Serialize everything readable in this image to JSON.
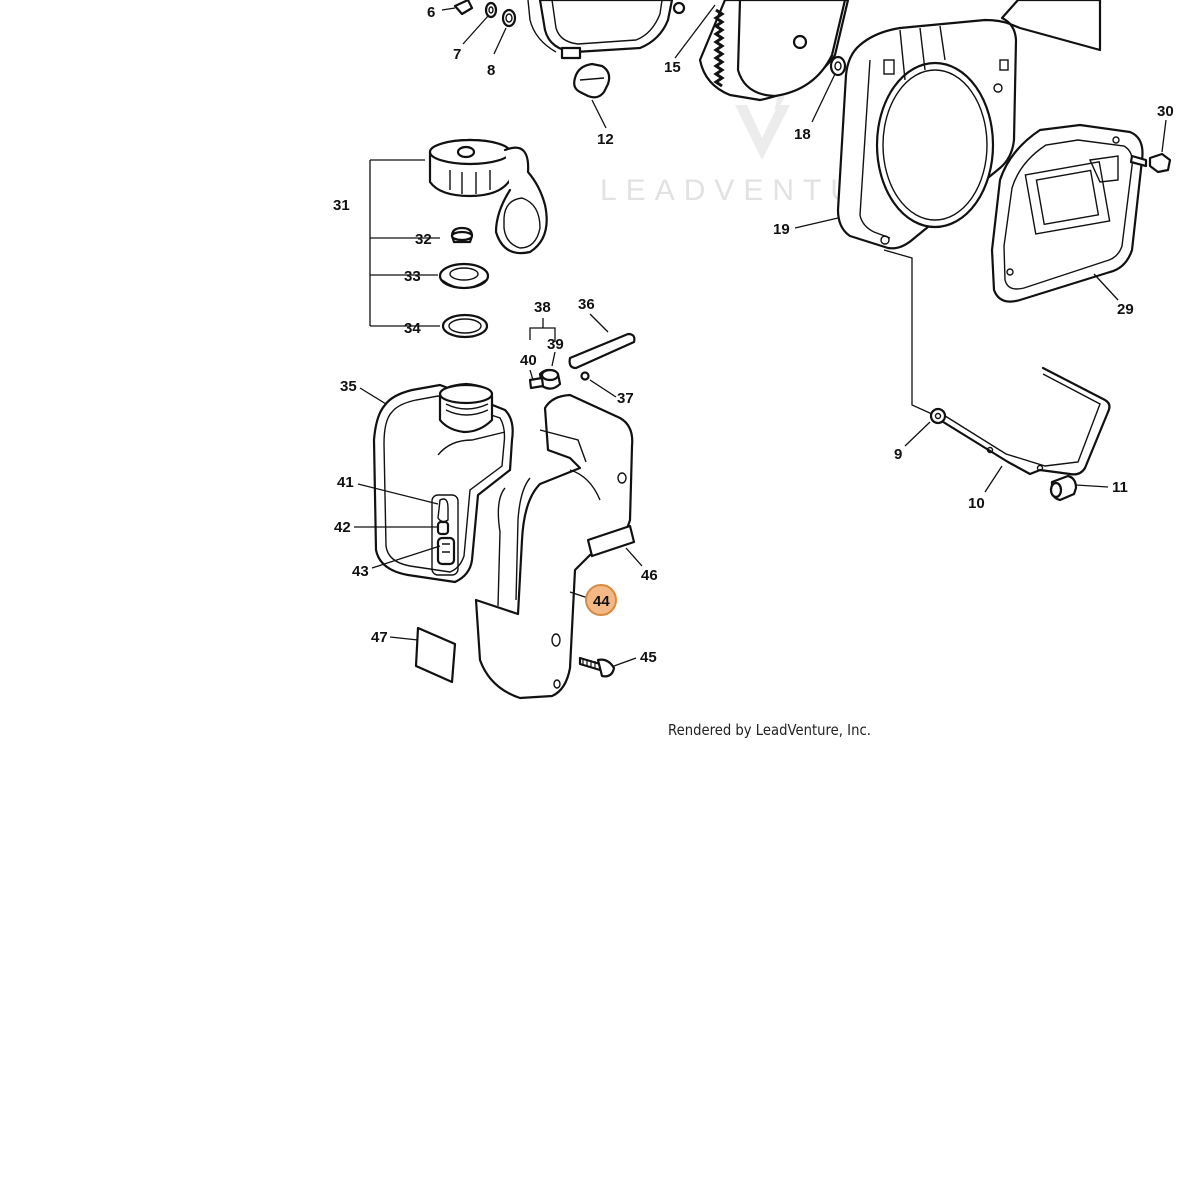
{
  "watermark": {
    "brand": "LEADVENTURE"
  },
  "credit": "Rendered by LeadVenture, Inc.",
  "callouts": [
    {
      "id": "6",
      "label": "6"
    },
    {
      "id": "7",
      "label": "7"
    },
    {
      "id": "8",
      "label": "8"
    },
    {
      "id": "12",
      "label": "12"
    },
    {
      "id": "15",
      "label": "15"
    },
    {
      "id": "18",
      "label": "18"
    },
    {
      "id": "19",
      "label": "19"
    },
    {
      "id": "29",
      "label": "29"
    },
    {
      "id": "30",
      "label": "30"
    },
    {
      "id": "31",
      "label": "31"
    },
    {
      "id": "32",
      "label": "32"
    },
    {
      "id": "33",
      "label": "33"
    },
    {
      "id": "34",
      "label": "34"
    },
    {
      "id": "35",
      "label": "35"
    },
    {
      "id": "36",
      "label": "36"
    },
    {
      "id": "37",
      "label": "37"
    },
    {
      "id": "38",
      "label": "38"
    },
    {
      "id": "39",
      "label": "39"
    },
    {
      "id": "40",
      "label": "40"
    },
    {
      "id": "41",
      "label": "41"
    },
    {
      "id": "42",
      "label": "42"
    },
    {
      "id": "43",
      "label": "43"
    },
    {
      "id": "44",
      "label": "44",
      "highlighted": true
    },
    {
      "id": "45",
      "label": "45"
    },
    {
      "id": "46",
      "label": "46"
    },
    {
      "id": "47",
      "label": "47"
    },
    {
      "id": "9",
      "label": "9"
    },
    {
      "id": "10",
      "label": "10"
    },
    {
      "id": "11",
      "label": "11"
    }
  ],
  "colors": {
    "highlight_fill": "#f2b886",
    "highlight_stroke": "#d98a3e",
    "line": "#111111",
    "watermark": "#e2e2e2"
  }
}
